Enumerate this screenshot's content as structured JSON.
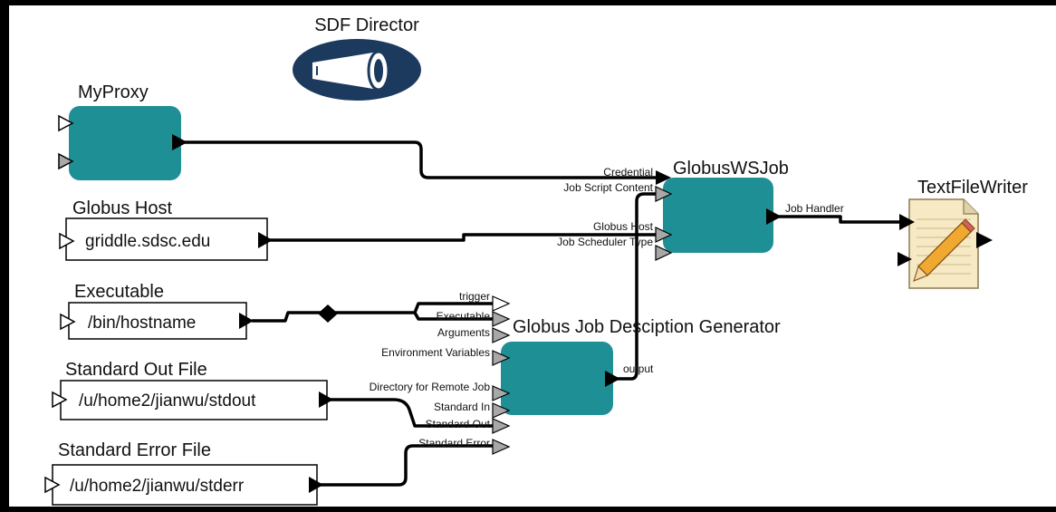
{
  "director": {
    "label": "SDF Director"
  },
  "actors": {
    "myproxy": {
      "label": "MyProxy"
    },
    "globus_ws_job": {
      "label": "GlobusWSJob",
      "ports": {
        "credential": "Credential",
        "job_script_content": "Job Script Content",
        "globus_host": "Globus Host",
        "job_scheduler_type": "Job Scheduler Type",
        "job_handler": "Job Handler"
      }
    },
    "text_file_writer": {
      "label": "TextFileWriter"
    },
    "job_description_generator": {
      "label": "Globus Job Desciption Generator",
      "ports": {
        "trigger": "trigger",
        "executable": "Executable",
        "arguments": "Arguments",
        "environment_variables": "Environment Variables",
        "directory_remote_job": "Directory for Remote Job",
        "standard_in": "Standard In",
        "standard_out": "Standard Out",
        "standard_error": "Standard Error",
        "output": "output"
      }
    }
  },
  "parameters": {
    "globus_host": {
      "label": "Globus Host",
      "value": "griddle.sdsc.edu"
    },
    "executable": {
      "label": "Executable",
      "value": "/bin/hostname"
    },
    "stdout_file": {
      "label": "Standard Out File",
      "value": "/u/home2/jianwu/stdout"
    },
    "stderr_file": {
      "label": "Standard Error File",
      "value": "/u/home2/jianwu/stderr"
    }
  },
  "colors": {
    "actor_fill": "#1f8f96",
    "director_fill": "#1c3a5e",
    "port_gray": "#a8a8a8",
    "wire": "#000000",
    "notepad": "#f7e9c4"
  }
}
